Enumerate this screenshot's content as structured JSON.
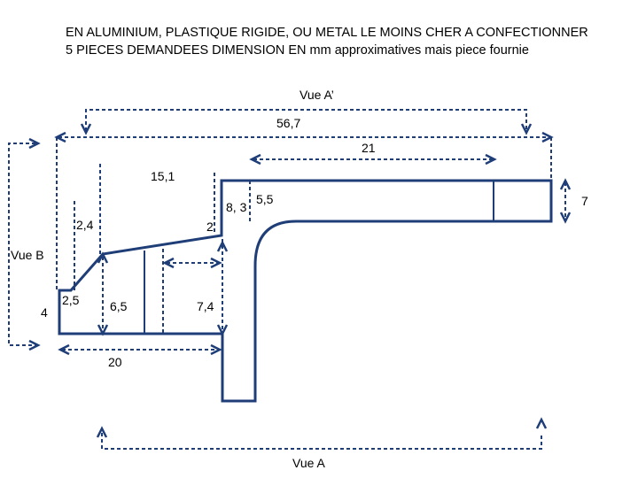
{
  "header": {
    "line1": "EN ALUMINIUM, PLASTIQUE RIGIDE, OU METAL LE MOINS CHER A CONFECTIONNER",
    "line2": "5 PIECES DEMANDEES DIMENSION EN mm approximatives mais piece fournie"
  },
  "views": {
    "top": "Vue A’",
    "left": "Vue B",
    "bottom": "Vue A"
  },
  "dimensions": {
    "total_length": "56,7",
    "arm_length": "21",
    "step_length": "15,1",
    "arm_height": "7",
    "post_width": "8, 3",
    "post_offset": "5,5",
    "step_rise": "2",
    "incline_rise": "2,4",
    "left_height": "4",
    "left_step": "2,5",
    "mid_height": "6,5",
    "right_height": "7,4",
    "base_length": "20"
  },
  "colors": {
    "line": "#1f3e78"
  }
}
